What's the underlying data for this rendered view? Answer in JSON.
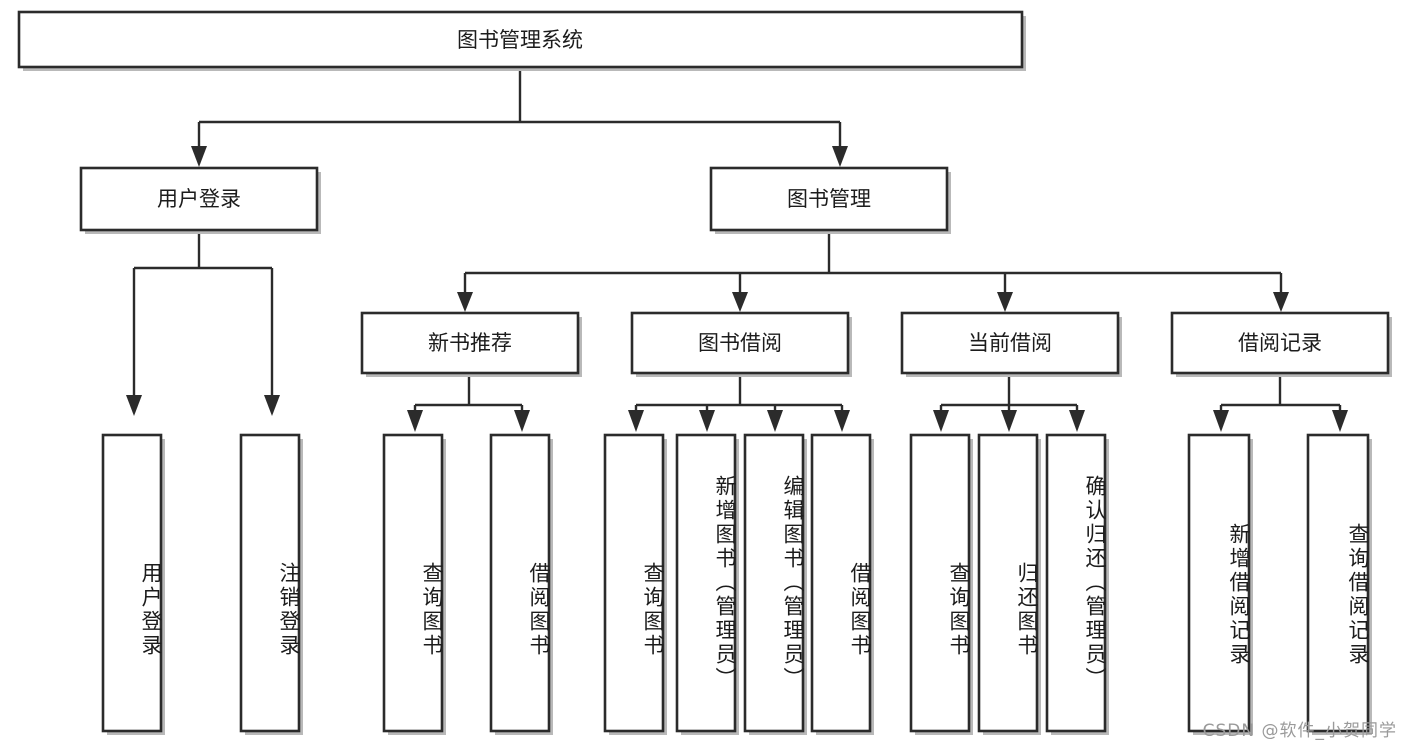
{
  "diagram": {
    "type": "hierarchy-tree",
    "title": "图书管理系统",
    "watermark": "CSDN @软件_小贺同学",
    "colors": {
      "box_stroke": "#2b2b2b",
      "box_fill": "#ffffff",
      "text": "#1c1c1c",
      "shadow": "#b9b9b9",
      "watermark": "#9a9a9a",
      "background": "#ffffff"
    },
    "root": {
      "label": "图书管理系统"
    },
    "level2": [
      {
        "label": "用户登录"
      },
      {
        "label": "图书管理"
      }
    ],
    "level3": [
      {
        "label": "新书推荐"
      },
      {
        "label": "图书借阅"
      },
      {
        "label": "当前借阅"
      },
      {
        "label": "借阅记录"
      }
    ],
    "leaves": {
      "user_login": [
        {
          "label": "用户登录"
        },
        {
          "label": "注销登录"
        }
      ],
      "new_book_recommend": [
        {
          "label": "查询图书"
        },
        {
          "label": "借阅图书"
        }
      ],
      "book_borrow": [
        {
          "label": "查询图书"
        },
        {
          "label": "新增图书（管理员）"
        },
        {
          "label": "编辑图书（管理员）"
        },
        {
          "label": "借阅图书"
        }
      ],
      "current_borrow": [
        {
          "label": "查询图书"
        },
        {
          "label": "归还图书"
        },
        {
          "label": "确认归还（管理员）"
        }
      ],
      "borrow_record": [
        {
          "label": "新增借阅记录"
        },
        {
          "label": "查询借阅记录"
        }
      ]
    }
  }
}
